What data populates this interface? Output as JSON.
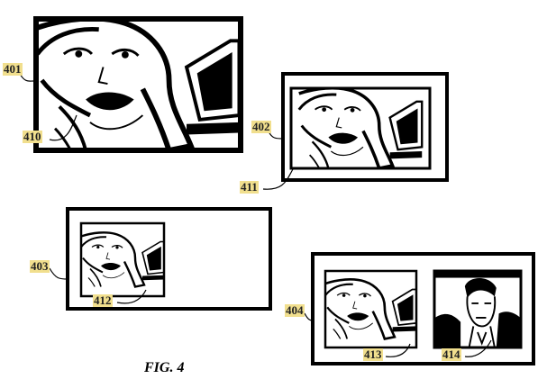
{
  "figure_caption": "FIG. 4",
  "labels": {
    "l401": "401",
    "l410": "410",
    "l402": "402",
    "l411": "411",
    "l403": "403",
    "l412": "412",
    "l404": "404",
    "l413": "413",
    "l414": "414"
  },
  "colors": {
    "label_highlight": "#f1df8e",
    "line": "#000000"
  }
}
